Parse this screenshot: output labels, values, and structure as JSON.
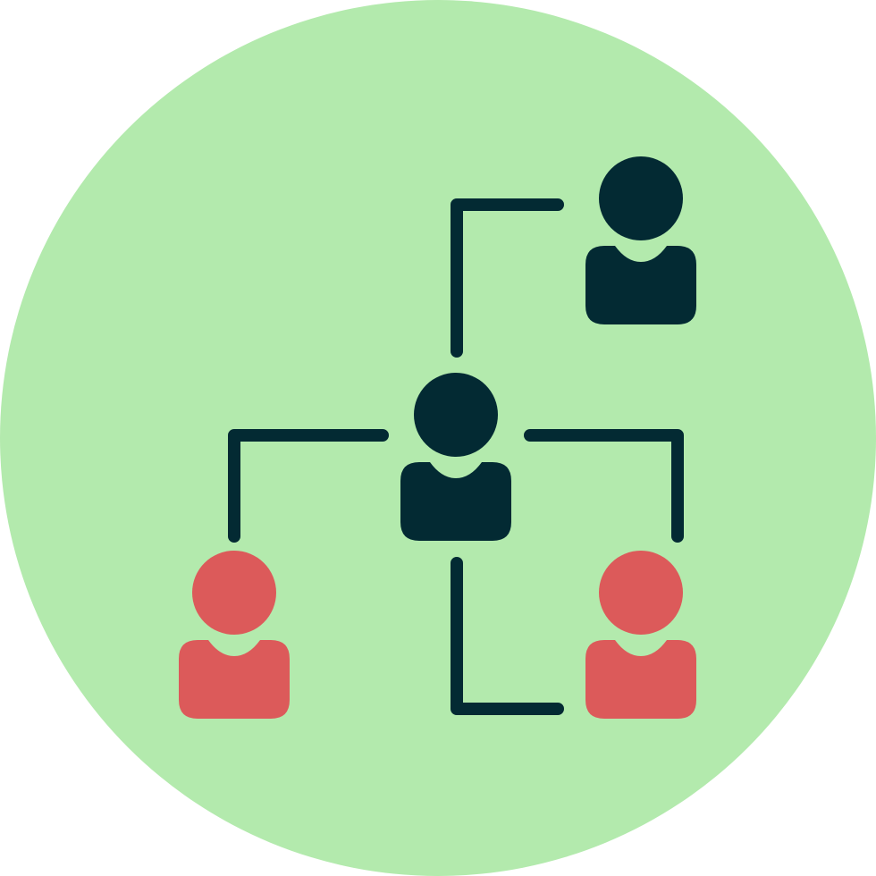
{
  "icon": {
    "name": "organization-hierarchy-icon",
    "colors": {
      "background_circle": "#B3EAAD",
      "primary_person": "#032A33",
      "secondary_person": "#DC5A5A",
      "connector": "#032A33"
    },
    "people": [
      {
        "name": "person-top-right-icon",
        "role": "primary"
      },
      {
        "name": "person-center-icon",
        "role": "primary"
      },
      {
        "name": "person-bottom-left-icon",
        "role": "secondary"
      },
      {
        "name": "person-bottom-right-icon",
        "role": "secondary"
      }
    ]
  }
}
